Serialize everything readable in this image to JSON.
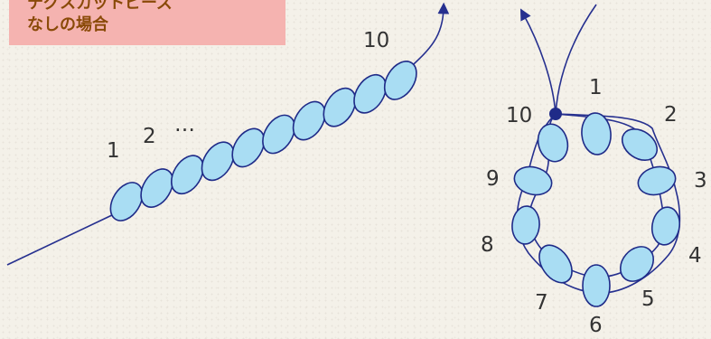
{
  "note": {
    "lines": [
      "テグスカットビーズ",
      "なしの場合"
    ]
  },
  "left_diagram": {
    "labels": {
      "first": "1",
      "second": "2",
      "ellipsis": "…",
      "last": "10"
    }
  },
  "right_diagram": {
    "numbers": [
      "1",
      "2",
      "3",
      "4",
      "5",
      "6",
      "7",
      "8",
      "9",
      "10"
    ]
  },
  "colors": {
    "bead_fill": "#a9ddf3",
    "thread": "#26308f",
    "note_bg": "#f5b3b0",
    "note_text": "#8a4a08"
  }
}
